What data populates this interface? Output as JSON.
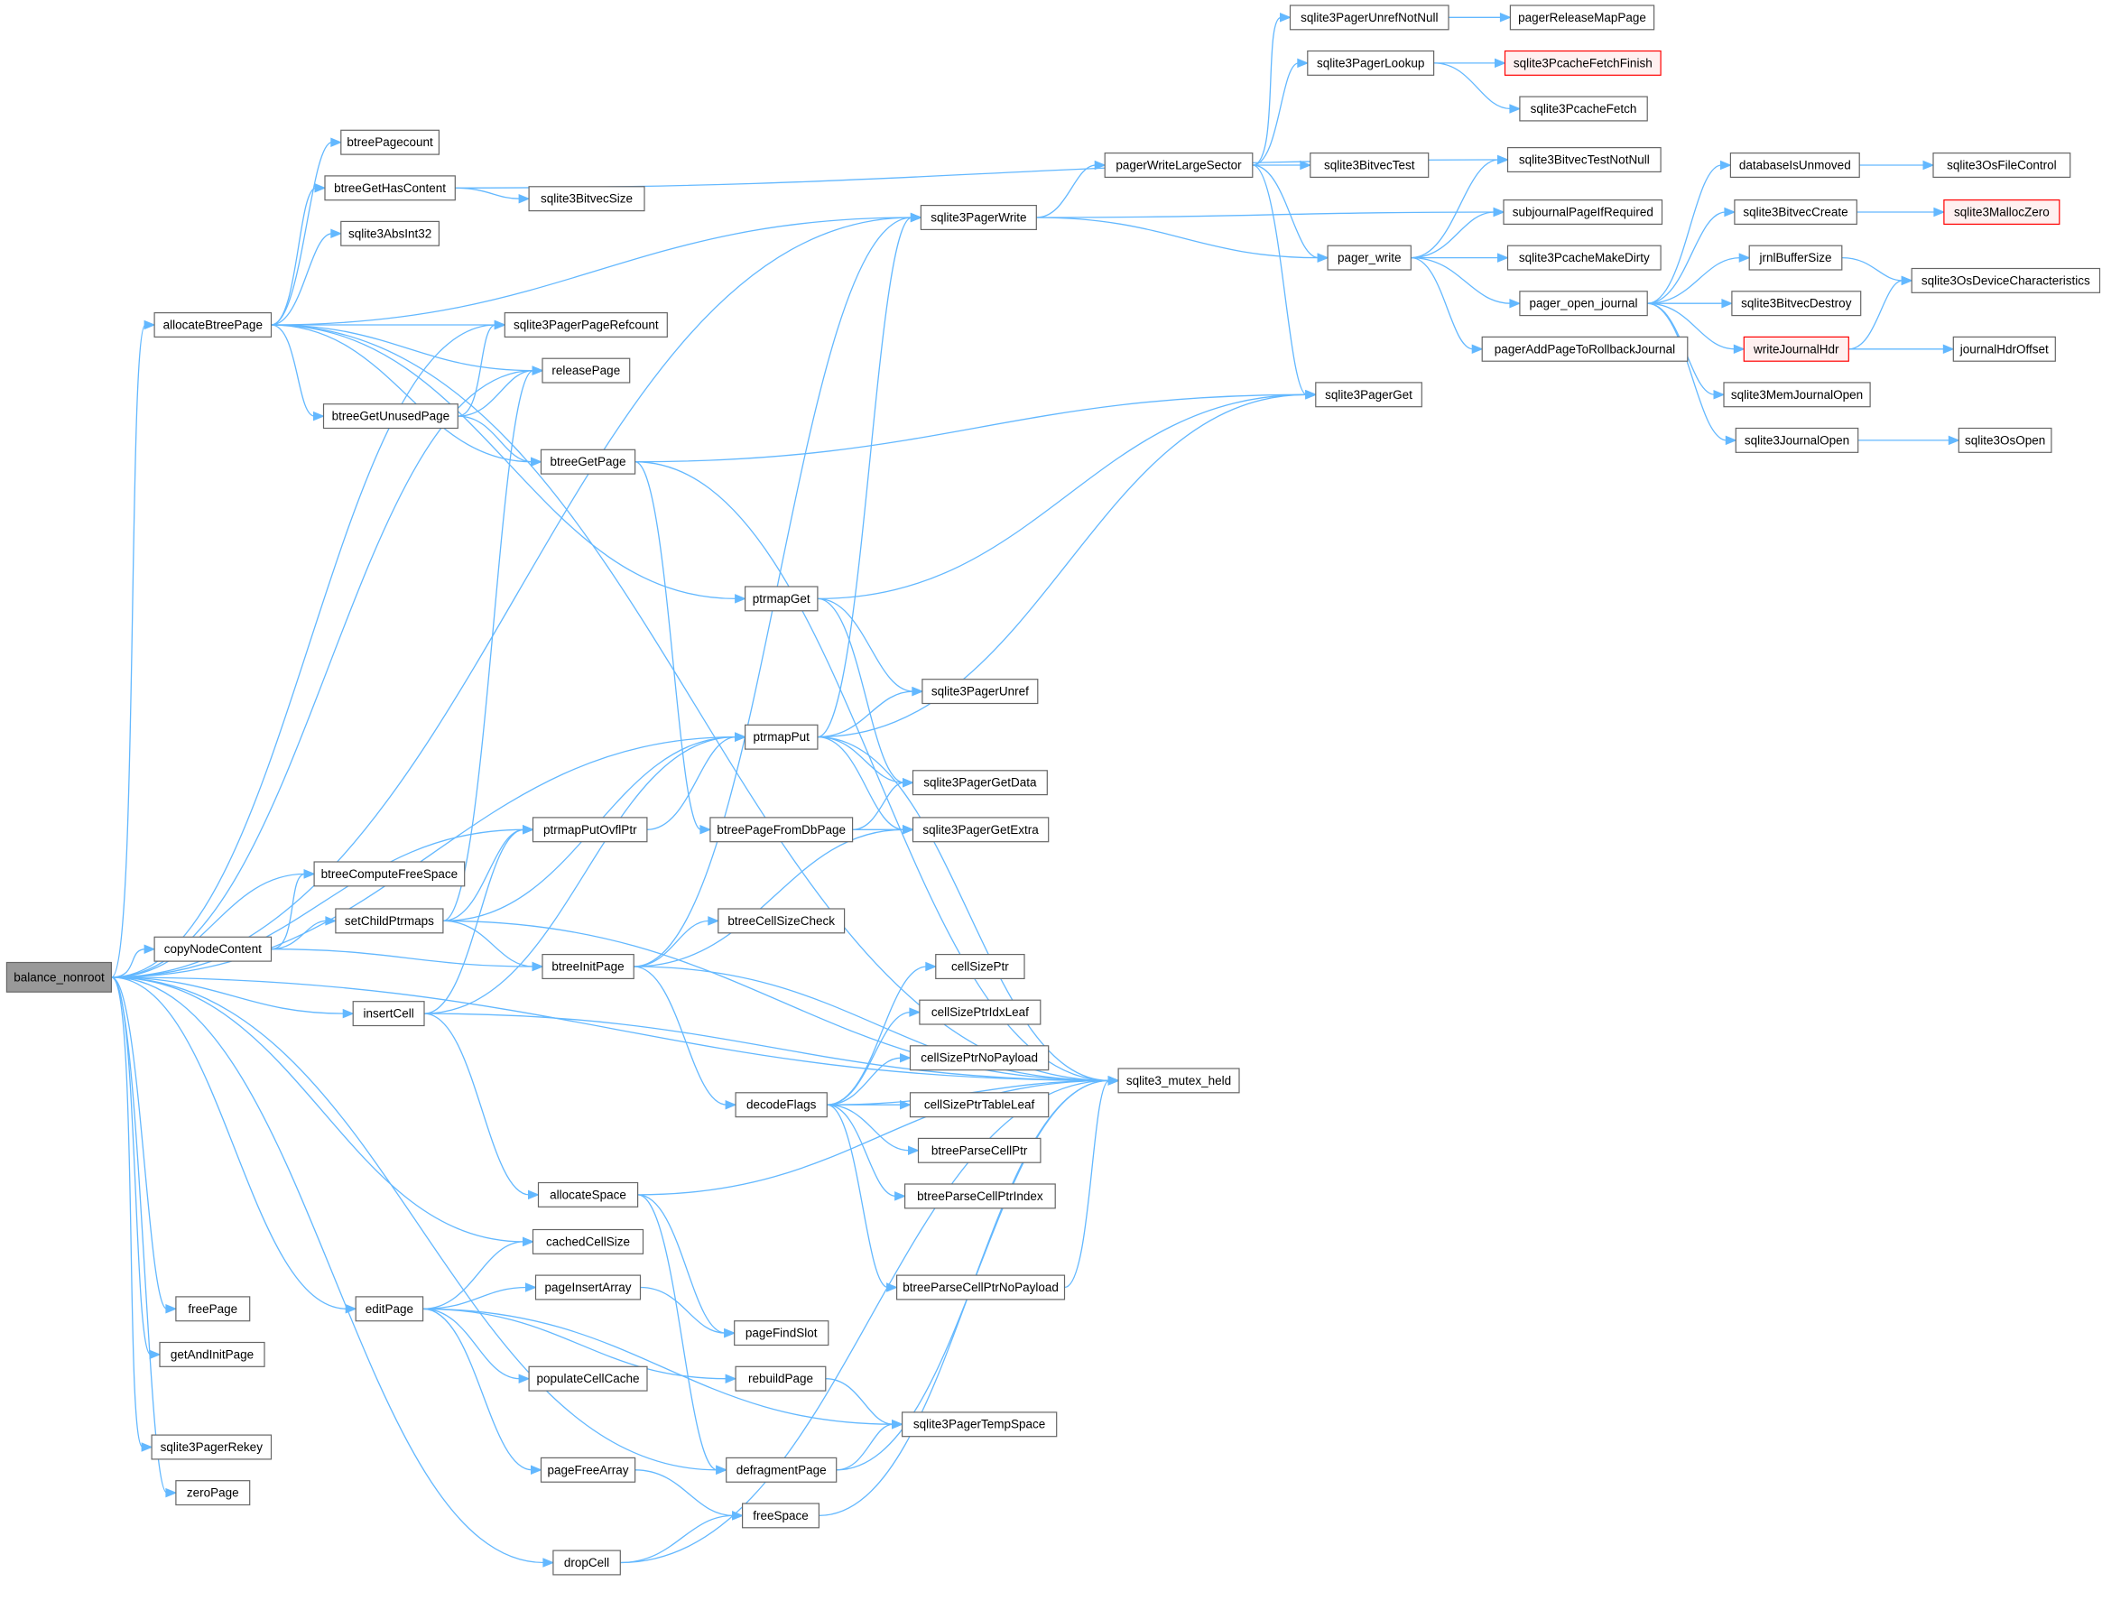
{
  "title": "",
  "root_node": "balance_nonroot",
  "colors": {
    "edge": "#63b8ff",
    "root_fill": "#999999",
    "node_border": "#666666",
    "truncated_border": "#ff0000"
  },
  "nodes": [
    {
      "id": "balance_nonroot",
      "label": "balance_nonroot",
      "kind": "root"
    },
    {
      "id": "allocateBtreePage",
      "label": "allocateBtreePage"
    },
    {
      "id": "btreePagecount",
      "label": "btreePagecount"
    },
    {
      "id": "btreeGetHasContent",
      "label": "btreeGetHasContent"
    },
    {
      "id": "sqlite3AbsInt32",
      "label": "sqlite3AbsInt32"
    },
    {
      "id": "btreeGetUnusedPage",
      "label": "btreeGetUnusedPage"
    },
    {
      "id": "copyNodeContent",
      "label": "copyNodeContent"
    },
    {
      "id": "btreeComputeFreeSpace",
      "label": "btreeComputeFreeSpace"
    },
    {
      "id": "setChildPtrmaps",
      "label": "setChildPtrmaps"
    },
    {
      "id": "insertCell",
      "label": "insertCell"
    },
    {
      "id": "editPage",
      "label": "editPage"
    },
    {
      "id": "freePage",
      "label": "freePage"
    },
    {
      "id": "getAndInitPage",
      "label": "getAndInitPage"
    },
    {
      "id": "sqlite3PagerRekey",
      "label": "sqlite3PagerRekey"
    },
    {
      "id": "zeroPage",
      "label": "zeroPage"
    },
    {
      "id": "sqlite3BitvecSize",
      "label": "sqlite3BitvecSize"
    },
    {
      "id": "sqlite3PagerPageRefcount",
      "label": "sqlite3PagerPageRefcount"
    },
    {
      "id": "releasePage",
      "label": "releasePage"
    },
    {
      "id": "btreeGetPage",
      "label": "btreeGetPage"
    },
    {
      "id": "ptrmapPutOvflPtr",
      "label": "ptrmapPutOvflPtr"
    },
    {
      "id": "btreeInitPage",
      "label": "btreeInitPage"
    },
    {
      "id": "allocateSpace",
      "label": "allocateSpace"
    },
    {
      "id": "cachedCellSize",
      "label": "cachedCellSize"
    },
    {
      "id": "pageInsertArray",
      "label": "pageInsertArray"
    },
    {
      "id": "populateCellCache",
      "label": "populateCellCache"
    },
    {
      "id": "pageFreeArray",
      "label": "pageFreeArray"
    },
    {
      "id": "dropCell",
      "label": "dropCell"
    },
    {
      "id": "ptrmapGet",
      "label": "ptrmapGet"
    },
    {
      "id": "ptrmapPut",
      "label": "ptrmapPut"
    },
    {
      "id": "btreePageFromDbPage",
      "label": "btreePageFromDbPage"
    },
    {
      "id": "btreeCellSizeCheck",
      "label": "btreeCellSizeCheck"
    },
    {
      "id": "decodeFlags",
      "label": "decodeFlags"
    },
    {
      "id": "pageFindSlot",
      "label": "pageFindSlot"
    },
    {
      "id": "rebuildPage",
      "label": "rebuildPage"
    },
    {
      "id": "defragmentPage",
      "label": "defragmentPage"
    },
    {
      "id": "freeSpace",
      "label": "freeSpace"
    },
    {
      "id": "sqlite3PagerWrite",
      "label": "sqlite3PagerWrite"
    },
    {
      "id": "sqlite3PagerUnref",
      "label": "sqlite3PagerUnref"
    },
    {
      "id": "sqlite3PagerGetData",
      "label": "sqlite3PagerGetData"
    },
    {
      "id": "sqlite3PagerGetExtra",
      "label": "sqlite3PagerGetExtra"
    },
    {
      "id": "cellSizePtr",
      "label": "cellSizePtr"
    },
    {
      "id": "cellSizePtrIdxLeaf",
      "label": "cellSizePtrIdxLeaf"
    },
    {
      "id": "cellSizePtrNoPayload",
      "label": "cellSizePtrNoPayload"
    },
    {
      "id": "cellSizePtrTableLeaf",
      "label": "cellSizePtrTableLeaf"
    },
    {
      "id": "btreeParseCellPtr",
      "label": "btreeParseCellPtr"
    },
    {
      "id": "btreeParseCellPtrIndex",
      "label": "btreeParseCellPtrIndex"
    },
    {
      "id": "btreeParseCellPtrNoPayload",
      "label": "btreeParseCellPtrNoPayload"
    },
    {
      "id": "sqlite3PagerTempSpace",
      "label": "sqlite3PagerTempSpace"
    },
    {
      "id": "pagerWriteLargeSector",
      "label": "pagerWriteLargeSector"
    },
    {
      "id": "sqlite3_mutex_held",
      "label": "sqlite3_mutex_held"
    },
    {
      "id": "sqlite3PagerUnrefNotNull",
      "label": "sqlite3PagerUnrefNotNull"
    },
    {
      "id": "sqlite3PagerLookup",
      "label": "sqlite3PagerLookup"
    },
    {
      "id": "sqlite3BitvecTest",
      "label": "sqlite3BitvecTest"
    },
    {
      "id": "pager_write",
      "label": "pager_write"
    },
    {
      "id": "sqlite3PagerGet",
      "label": "sqlite3PagerGet"
    },
    {
      "id": "pagerReleaseMapPage",
      "label": "pagerReleaseMapPage"
    },
    {
      "id": "sqlite3PcacheFetchFinish",
      "label": "sqlite3PcacheFetchFinish",
      "kind": "truncated"
    },
    {
      "id": "sqlite3PcacheFetch",
      "label": "sqlite3PcacheFetch"
    },
    {
      "id": "sqlite3BitvecTestNotNull",
      "label": "sqlite3BitvecTestNotNull"
    },
    {
      "id": "subjournalPageIfRequired",
      "label": "subjournalPageIfRequired"
    },
    {
      "id": "sqlite3PcacheMakeDirty",
      "label": "sqlite3PcacheMakeDirty"
    },
    {
      "id": "pager_open_journal",
      "label": "pager_open_journal"
    },
    {
      "id": "pagerAddPageToRollbackJournal",
      "label": "pagerAddPageToRollbackJournal"
    },
    {
      "id": "databaseIsUnmoved",
      "label": "databaseIsUnmoved"
    },
    {
      "id": "sqlite3BitvecCreate",
      "label": "sqlite3BitvecCreate"
    },
    {
      "id": "jrnlBufferSize",
      "label": "jrnlBufferSize"
    },
    {
      "id": "sqlite3BitvecDestroy",
      "label": "sqlite3BitvecDestroy"
    },
    {
      "id": "writeJournalHdr",
      "label": "writeJournalHdr",
      "kind": "truncated"
    },
    {
      "id": "sqlite3MemJournalOpen",
      "label": "sqlite3MemJournalOpen"
    },
    {
      "id": "sqlite3JournalOpen",
      "label": "sqlite3JournalOpen"
    },
    {
      "id": "sqlite3OsFileControl",
      "label": "sqlite3OsFileControl"
    },
    {
      "id": "sqlite3MallocZero",
      "label": "sqlite3MallocZero",
      "kind": "truncated"
    },
    {
      "id": "sqlite3OsDeviceCharacteristics",
      "label": "sqlite3OsDeviceCharacteristics"
    },
    {
      "id": "journalHdrOffset",
      "label": "journalHdrOffset"
    },
    {
      "id": "sqlite3OsOpen",
      "label": "sqlite3OsOpen"
    }
  ],
  "edges": [
    [
      "balance_nonroot",
      "allocateBtreePage"
    ],
    [
      "balance_nonroot",
      "sqlite3PagerWrite"
    ],
    [
      "balance_nonroot",
      "sqlite3PagerPageRefcount"
    ],
    [
      "balance_nonroot",
      "releasePage"
    ],
    [
      "balance_nonroot",
      "sqlite3_mutex_held"
    ],
    [
      "balance_nonroot",
      "ptrmapPut"
    ],
    [
      "balance_nonroot",
      "ptrmapPutOvflPtr"
    ],
    [
      "balance_nonroot",
      "btreeComputeFreeSpace"
    ],
    [
      "balance_nonroot",
      "copyNodeContent"
    ],
    [
      "balance_nonroot",
      "insertCell"
    ],
    [
      "balance_nonroot",
      "cachedCellSize"
    ],
    [
      "balance_nonroot",
      "editPage"
    ],
    [
      "balance_nonroot",
      "freePage"
    ],
    [
      "balance_nonroot",
      "getAndInitPage"
    ],
    [
      "balance_nonroot",
      "sqlite3PagerRekey"
    ],
    [
      "balance_nonroot",
      "zeroPage"
    ],
    [
      "balance_nonroot",
      "defragmentPage"
    ],
    [
      "balance_nonroot",
      "dropCell"
    ],
    [
      "allocateBtreePage",
      "btreePagecount"
    ],
    [
      "allocateBtreePage",
      "btreeGetHasContent"
    ],
    [
      "allocateBtreePage",
      "sqlite3AbsInt32"
    ],
    [
      "allocateBtreePage",
      "sqlite3PagerWrite"
    ],
    [
      "allocateBtreePage",
      "sqlite3PagerPageRefcount"
    ],
    [
      "allocateBtreePage",
      "releasePage"
    ],
    [
      "allocateBtreePage",
      "btreeGetUnusedPage"
    ],
    [
      "allocateBtreePage",
      "btreeGetPage"
    ],
    [
      "allocateBtreePage",
      "ptrmapGet"
    ],
    [
      "allocateBtreePage",
      "sqlite3_mutex_held"
    ],
    [
      "btreeGetHasContent",
      "sqlite3BitvecSize"
    ],
    [
      "btreeGetHasContent",
      "sqlite3BitvecTestNotNull"
    ],
    [
      "btreeGetUnusedPage",
      "sqlite3PagerPageRefcount"
    ],
    [
      "btreeGetUnusedPage",
      "releasePage"
    ],
    [
      "btreeGetUnusedPage",
      "btreeGetPage"
    ],
    [
      "btreeGetPage",
      "sqlite3PagerGet"
    ],
    [
      "btreeGetPage",
      "btreePageFromDbPage"
    ],
    [
      "btreeGetPage",
      "sqlite3_mutex_held"
    ],
    [
      "copyNodeContent",
      "btreeComputeFreeSpace"
    ],
    [
      "copyNodeContent",
      "setChildPtrmaps"
    ],
    [
      "copyNodeContent",
      "btreeInitPage"
    ],
    [
      "setChildPtrmaps",
      "ptrmapPut"
    ],
    [
      "setChildPtrmaps",
      "ptrmapPutOvflPtr"
    ],
    [
      "setChildPtrmaps",
      "btreeInitPage"
    ],
    [
      "setChildPtrmaps",
      "sqlite3_mutex_held"
    ],
    [
      "setChildPtrmaps",
      "releasePage"
    ],
    [
      "insertCell",
      "ptrmapPutOvflPtr"
    ],
    [
      "insertCell",
      "ptrmapPut"
    ],
    [
      "insertCell",
      "allocateSpace"
    ],
    [
      "insertCell",
      "sqlite3_mutex_held"
    ],
    [
      "ptrmapPutOvflPtr",
      "ptrmapPut"
    ],
    [
      "btreeInitPage",
      "btreeCellSizeCheck"
    ],
    [
      "btreeInitPage",
      "decodeFlags"
    ],
    [
      "btreeInitPage",
      "sqlite3PagerGetExtra"
    ],
    [
      "btreeInitPage",
      "sqlite3_mutex_held"
    ],
    [
      "btreeInitPage",
      "sqlite3PagerWrite"
    ],
    [
      "ptrmapGet",
      "sqlite3PagerGet"
    ],
    [
      "ptrmapGet",
      "sqlite3PagerUnref"
    ],
    [
      "ptrmapGet",
      "sqlite3PagerGetData"
    ],
    [
      "ptrmapPut",
      "sqlite3PagerWrite"
    ],
    [
      "ptrmapPut",
      "sqlite3PagerGet"
    ],
    [
      "ptrmapPut",
      "sqlite3PagerUnref"
    ],
    [
      "ptrmapPut",
      "sqlite3PagerGetData"
    ],
    [
      "ptrmapPut",
      "sqlite3PagerGetExtra"
    ],
    [
      "ptrmapPut",
      "sqlite3_mutex_held"
    ],
    [
      "btreePageFromDbPage",
      "sqlite3PagerGetData"
    ],
    [
      "btreePageFromDbPage",
      "sqlite3PagerGetExtra"
    ],
    [
      "decodeFlags",
      "cellSizePtr"
    ],
    [
      "decodeFlags",
      "cellSizePtrIdxLeaf"
    ],
    [
      "decodeFlags",
      "cellSizePtrNoPayload"
    ],
    [
      "decodeFlags",
      "cellSizePtrTableLeaf"
    ],
    [
      "decodeFlags",
      "btreeParseCellPtr"
    ],
    [
      "decodeFlags",
      "btreeParseCellPtrIndex"
    ],
    [
      "decodeFlags",
      "btreeParseCellPtrNoPayload"
    ],
    [
      "decodeFlags",
      "sqlite3_mutex_held"
    ],
    [
      "btreeParseCellPtrNoPayload",
      "sqlite3_mutex_held"
    ],
    [
      "allocateSpace",
      "pageFindSlot"
    ],
    [
      "allocateSpace",
      "defragmentPage"
    ],
    [
      "allocateSpace",
      "sqlite3_mutex_held"
    ],
    [
      "editPage",
      "cachedCellSize"
    ],
    [
      "editPage",
      "pageInsertArray"
    ],
    [
      "editPage",
      "populateCellCache"
    ],
    [
      "editPage",
      "pageFreeArray"
    ],
    [
      "editPage",
      "rebuildPage"
    ],
    [
      "editPage",
      "sqlite3PagerTempSpace"
    ],
    [
      "pageInsertArray",
      "pageFindSlot"
    ],
    [
      "pageFreeArray",
      "freeSpace"
    ],
    [
      "rebuildPage",
      "sqlite3PagerTempSpace"
    ],
    [
      "defragmentPage",
      "sqlite3PagerTempSpace"
    ],
    [
      "defragmentPage",
      "sqlite3_mutex_held"
    ],
    [
      "dropCell",
      "freeSpace"
    ],
    [
      "dropCell",
      "sqlite3_mutex_held"
    ],
    [
      "freeSpace",
      "sqlite3_mutex_held"
    ],
    [
      "sqlite3PagerWrite",
      "pagerWriteLargeSector"
    ],
    [
      "sqlite3PagerWrite",
      "pager_write"
    ],
    [
      "sqlite3PagerWrite",
      "subjournalPageIfRequired"
    ],
    [
      "pagerWriteLargeSector",
      "sqlite3PagerUnrefNotNull"
    ],
    [
      "pagerWriteLargeSector",
      "sqlite3PagerLookup"
    ],
    [
      "pagerWriteLargeSector",
      "sqlite3BitvecTest"
    ],
    [
      "pagerWriteLargeSector",
      "pager_write"
    ],
    [
      "pagerWriteLargeSector",
      "sqlite3PagerGet"
    ],
    [
      "sqlite3PagerUnrefNotNull",
      "pagerReleaseMapPage"
    ],
    [
      "sqlite3PagerLookup",
      "sqlite3PcacheFetchFinish"
    ],
    [
      "sqlite3PagerLookup",
      "sqlite3PcacheFetch"
    ],
    [
      "pager_write",
      "sqlite3BitvecTestNotNull"
    ],
    [
      "pager_write",
      "subjournalPageIfRequired"
    ],
    [
      "pager_write",
      "sqlite3PcacheMakeDirty"
    ],
    [
      "pager_write",
      "pager_open_journal"
    ],
    [
      "pager_write",
      "pagerAddPageToRollbackJournal"
    ],
    [
      "pager_open_journal",
      "databaseIsUnmoved"
    ],
    [
      "pager_open_journal",
      "sqlite3BitvecCreate"
    ],
    [
      "pager_open_journal",
      "jrnlBufferSize"
    ],
    [
      "pager_open_journal",
      "sqlite3BitvecDestroy"
    ],
    [
      "pager_open_journal",
      "writeJournalHdr"
    ],
    [
      "pager_open_journal",
      "sqlite3MemJournalOpen"
    ],
    [
      "pager_open_journal",
      "sqlite3JournalOpen"
    ],
    [
      "databaseIsUnmoved",
      "sqlite3OsFileControl"
    ],
    [
      "sqlite3BitvecCreate",
      "sqlite3MallocZero"
    ],
    [
      "jrnlBufferSize",
      "sqlite3OsDeviceCharacteristics"
    ],
    [
      "writeJournalHdr",
      "sqlite3OsDeviceCharacteristics"
    ],
    [
      "writeJournalHdr",
      "journalHdrOffset"
    ],
    [
      "sqlite3JournalOpen",
      "sqlite3OsOpen"
    ]
  ]
}
